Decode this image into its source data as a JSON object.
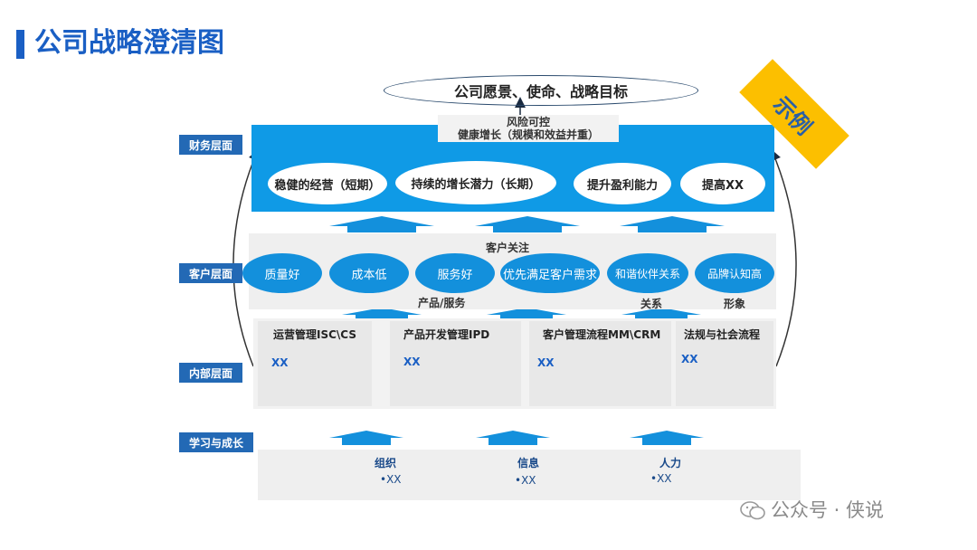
{
  "title": "公司战略澄清图",
  "badge": "示例",
  "watermark": "公众号 · 侠说",
  "layers": {
    "financial": "财务层面",
    "customer": "客户层面",
    "internal": "内部层面",
    "learning": "学习与成长"
  },
  "vision": "公司愿景、使命、战略目标",
  "financial": {
    "top_line1": "风险可控",
    "top_line2": "健康增长（规模和效益并重）",
    "items": [
      "稳健的经营（短期）",
      "持续的增长潜力（长期）",
      "提升盈利能力",
      "提高XX"
    ]
  },
  "customer": {
    "focus_label": "客户关注",
    "items": [
      "质量好",
      "成本低",
      "服务好",
      "优先满足客户需求",
      "和谐伙伴关系",
      "品牌认知高"
    ],
    "group_labels": [
      "产品/服务",
      "关系",
      "形象"
    ]
  },
  "internal": {
    "processes": [
      {
        "title": "运营管理ISC\\CS",
        "value": "XX"
      },
      {
        "title": "产品开发管理IPD",
        "value": "XX"
      },
      {
        "title": "客户管理流程MM\\CRM",
        "value": "XX"
      },
      {
        "title": "法规与社会流程",
        "value": "XX"
      }
    ]
  },
  "learning": {
    "items": [
      {
        "title": "组织",
        "value": "•XX"
      },
      {
        "title": "信息",
        "value": "•XX"
      },
      {
        "title": "人力",
        "value": "•XX"
      }
    ]
  },
  "colors": {
    "title_blue": "#1a5fc4",
    "label_blue": "#2369b5",
    "financial_blue": "#0f9ae6",
    "ellipse_blue": "#1390dc",
    "badge_yellow": "#fcbf00"
  }
}
